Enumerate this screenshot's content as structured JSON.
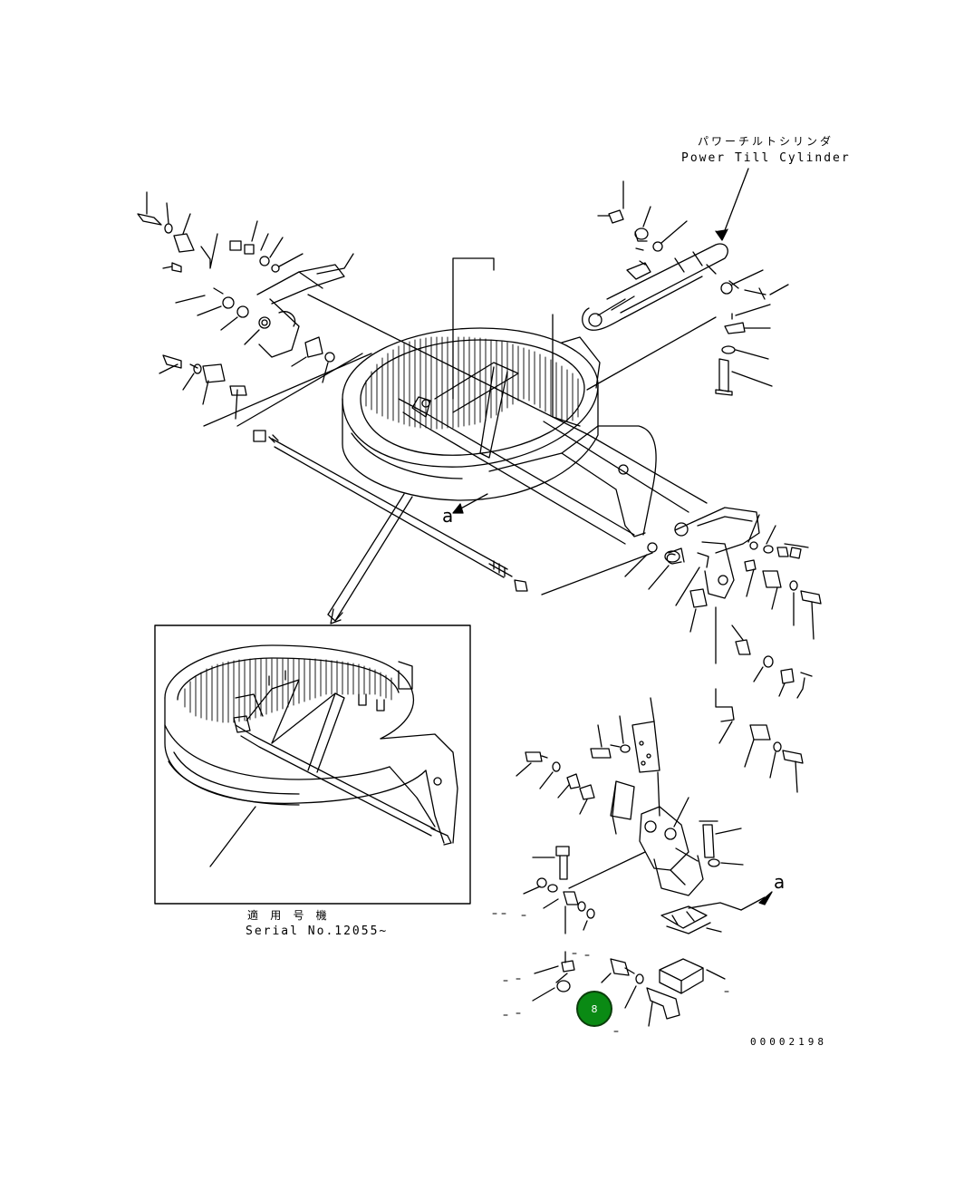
{
  "labels": {
    "power_tilt_cylinder_jp": "パワーチルトシリンダ",
    "power_tilt_cylinder_en": "Power Till Cylinder",
    "serial_jp": "適 用 号 機",
    "serial_en": "Serial No.12055~",
    "ref_letter": "a",
    "drawing_number": "00002198"
  },
  "badge": {
    "number": "8",
    "color": "#0a8a14"
  }
}
